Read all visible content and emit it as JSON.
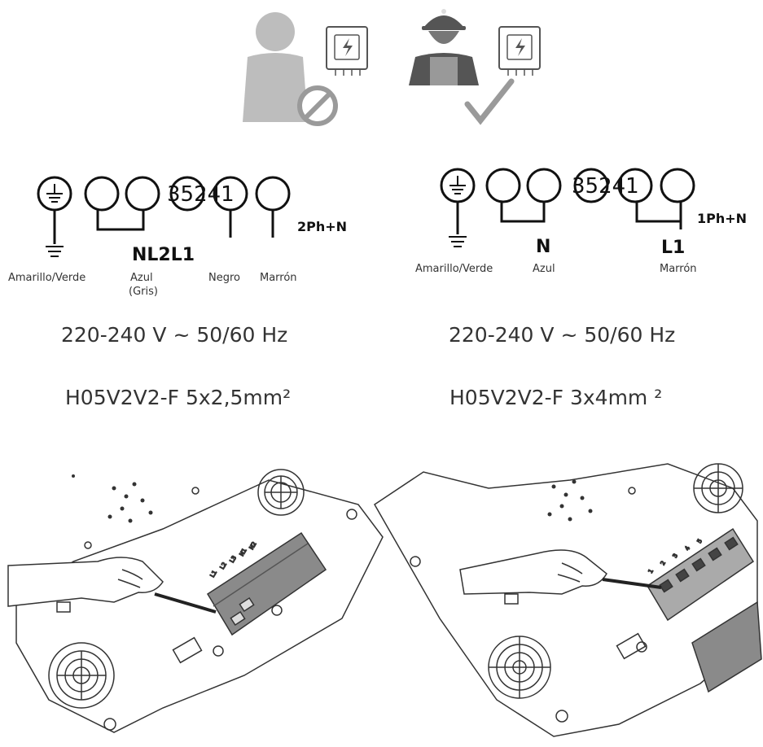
{
  "icons": {
    "unqualified_person": "person-icon",
    "electrician": "electrician-icon",
    "forbidden": "forbidden-icon",
    "approved": "checkmark-icon",
    "panel": "electrical-panel-icon"
  },
  "left": {
    "terminal_numbers": "35241",
    "phase_labels": "NL2L1",
    "config": "2Ph+N",
    "wire_colors": [
      "Amarillo/Verde",
      "Azul",
      "(Gris)",
      "Negro",
      "Marrón"
    ],
    "voltage": "220-240 V ~ 50/60 Hz",
    "cable": "H05V2V2-F 5x2,5mm²"
  },
  "right": {
    "terminal_numbers": "35241",
    "phase_n": "N",
    "phase_l1": "L1",
    "config": "1Ph+N",
    "wire_colors": [
      "Amarillo/Verde",
      "Azul",
      "Marrón"
    ],
    "voltage": "220-240 V ~ 50/60 Hz",
    "cable": "H05V2V2-F 3x4mm ²"
  },
  "terminal_block_labels": [
    "L1",
    "L2",
    "L3",
    "N1",
    "N2",
    "1",
    "2",
    "3",
    "4",
    "5"
  ],
  "colors": {
    "ink": "#111111",
    "person_gray": "#bdbdbd",
    "electrician_dark": "#555555",
    "check_gray": "#9a9a9a"
  }
}
